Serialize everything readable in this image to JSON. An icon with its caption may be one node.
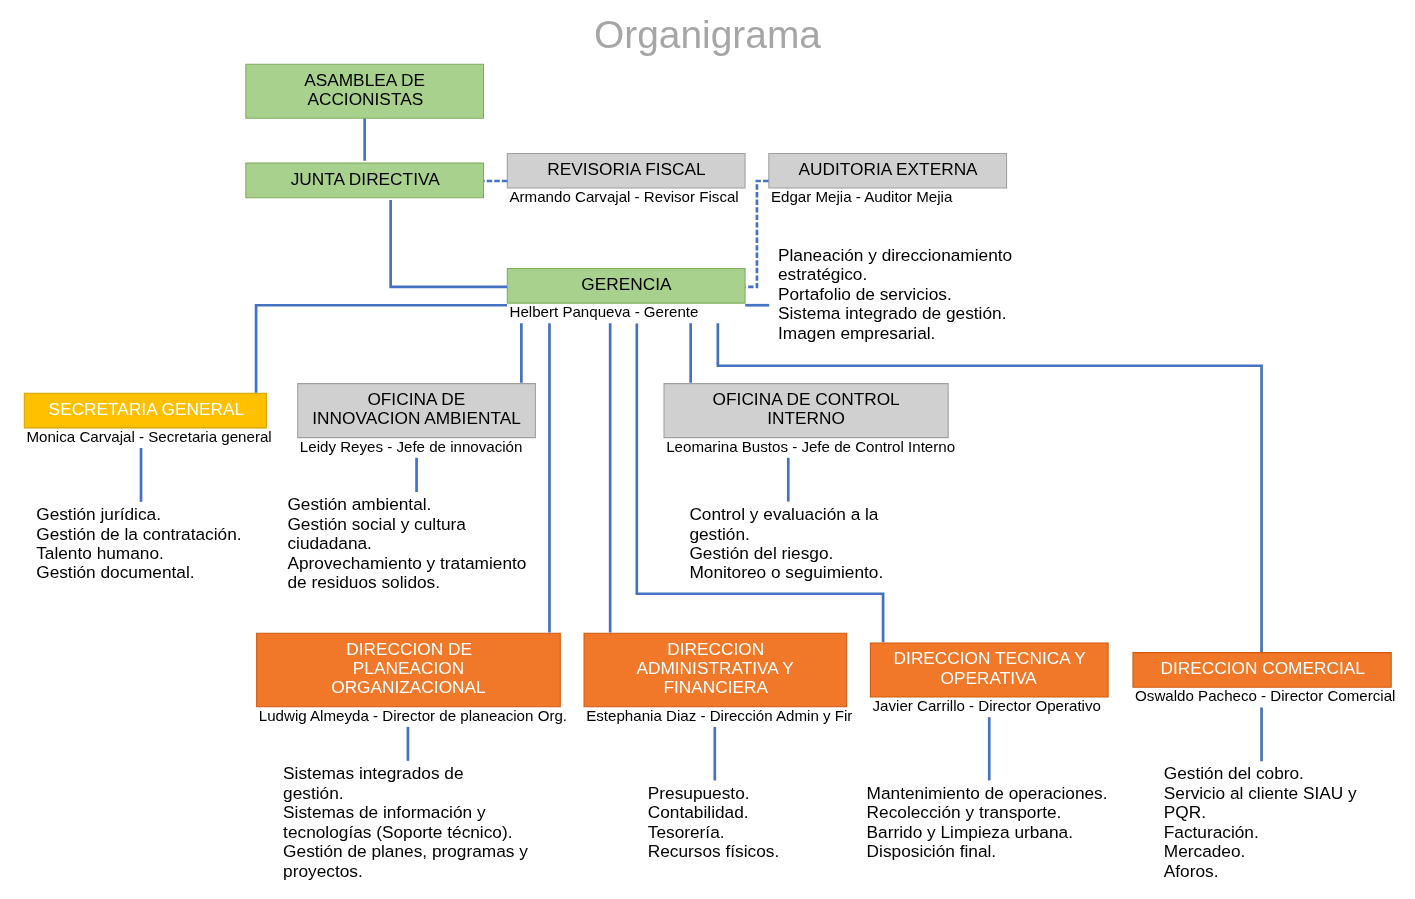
{
  "diagram": {
    "title": "Organigrama",
    "nodes": [
      {
        "text": [
          "ASAMBLEA DE ACCIONISTAS"
        ]
      },
      {
        "text": [
          "REVISORIA FISCAL"
        ],
        "beside": [
          "Armando Carvajal - Revisor Fiscal"
        ]
      },
      {
        "text": [
          "JUNTA DIRECTIVA"
        ]
      },
      {
        "text": [
          "AUDITORIA EXTERNA"
        ],
        "beside": [
          "Edgar Mejia - Auditor Mejia"
        ]
      },
      {
        "text": [
          "GERENCIA"
        ],
        "beside": [
          "Helbert Panqueva - Gerente"
        ]
      },
      {
        "text": [
          "Planeación y direccionamiento estratégico.",
          "Portafolio de servicios.",
          "Sistema integrado de gestión.",
          "Imagen empresarial."
        ]
      },
      {
        "text": [
          "SECRETARIA GENERAL"
        ],
        "beside": [
          "Monica Carvajal - Secretaria general"
        ]
      },
      {
        "text": [
          "Gestión jurídica.",
          "Gestión de la contratación.",
          "Talento humano.",
          "Gestión documental."
        ]
      },
      {
        "text": [
          "OFICINA DE INNOVACION AMBIENTAL"
        ],
        "beside": [
          "Leidy Reyes - Jefe de innovación"
        ]
      },
      {
        "text": [
          "Gestión ambiental.",
          "Gestión social y cultura ciudadana.",
          "Aprovechamiento y tratamiento de residuos solidos."
        ]
      },
      {
        "text": [
          "OFICINA DE CONTROL INTERNO"
        ],
        "beside": [
          "Leomarina Bustos - Jefe de Control Interno"
        ]
      },
      {
        "text": [
          "Control y evaluación a la gestión.",
          "Gestión del riesgo.",
          "Monitoreo o seguimiento."
        ]
      },
      {
        "text": [
          "DIRECCION DE PLANEACION ORGANIZACIONAL"
        ],
        "beside": [
          "Ludwig Almeyda - Director de planeacion Org."
        ]
      },
      {
        "text": [
          "Sistemas integrados de gestión.",
          "Sistemas de información y tecnologías (Soporte técnico).",
          "Gestión de planes, programas y proyectos."
        ]
      },
      {
        "text": [
          "DIRECCION TECNICA Y OPERATIVA"
        ],
        "beside": [
          "Javier Carrillo - Director Operativo"
        ]
      },
      {
        "text": [
          "Mantenimiento de operaciones.",
          "Recolección y transporte.",
          "Barrido y Limpieza urbana.",
          "Disposición final."
        ]
      },
      {
        "text": [
          "DIRECCION COMERCIAL"
        ],
        "beside": [
          "Oswaldo Pacheco - Director Comercial"
        ]
      },
      {
        "text": [
          "Gestión del cobro.",
          "Servicio al cliente SIAU y PQR.",
          "Facturación.",
          "Mercadeo.",
          "Aforos."
        ]
      },
      {
        "text": [
          "DIRECCION ADMINISTRATIVA Y FINANCIERA"
        ],
        "beside": [
          "Estephania Diaz - Dirección Admin y Fir"
        ]
      },
      {
        "text": [
          "Presupuesto.",
          "Contabilidad.",
          "Tesorería.",
          "Recursos físicos."
        ]
      }
    ],
    "edges": [
      {
        "from": 0,
        "to": 2,
        "arrow": "none"
      },
      {
        "from": 1,
        "to": 2,
        "arrow": "none",
        "style": "dashed"
      },
      {
        "from": 2,
        "to": 4,
        "arrow": "none"
      },
      {
        "from": 3,
        "to": 4,
        "arrow": "none",
        "style": "dashed"
      },
      {
        "from": 4,
        "to": 5,
        "arrow": "none"
      },
      {
        "from": 4,
        "to": 6,
        "arrow": "none"
      },
      {
        "from": 6,
        "to": 7,
        "arrow": "none"
      },
      {
        "from": 4,
        "to": 8,
        "arrow": "none"
      },
      {
        "from": 8,
        "to": 9,
        "arrow": "none"
      },
      {
        "from": 4,
        "to": 10,
        "arrow": "none"
      },
      {
        "from": 10,
        "to": 11,
        "arrow": "none"
      },
      {
        "from": 4,
        "to": 12,
        "arrow": "none"
      },
      {
        "from": 12,
        "to": 13,
        "arrow": "none"
      },
      {
        "from": 4,
        "to": 14,
        "arrow": "none"
      },
      {
        "from": 14,
        "to": 15,
        "arrow": "none"
      },
      {
        "from": 4,
        "to": 16,
        "arrow": "none"
      },
      {
        "from": 16,
        "to": 17,
        "arrow": "none"
      },
      {
        "from": 4,
        "to": 18,
        "arrow": "none"
      },
      {
        "from": 18,
        "to": 19,
        "arrow": "none"
      }
    ]
  }
}
